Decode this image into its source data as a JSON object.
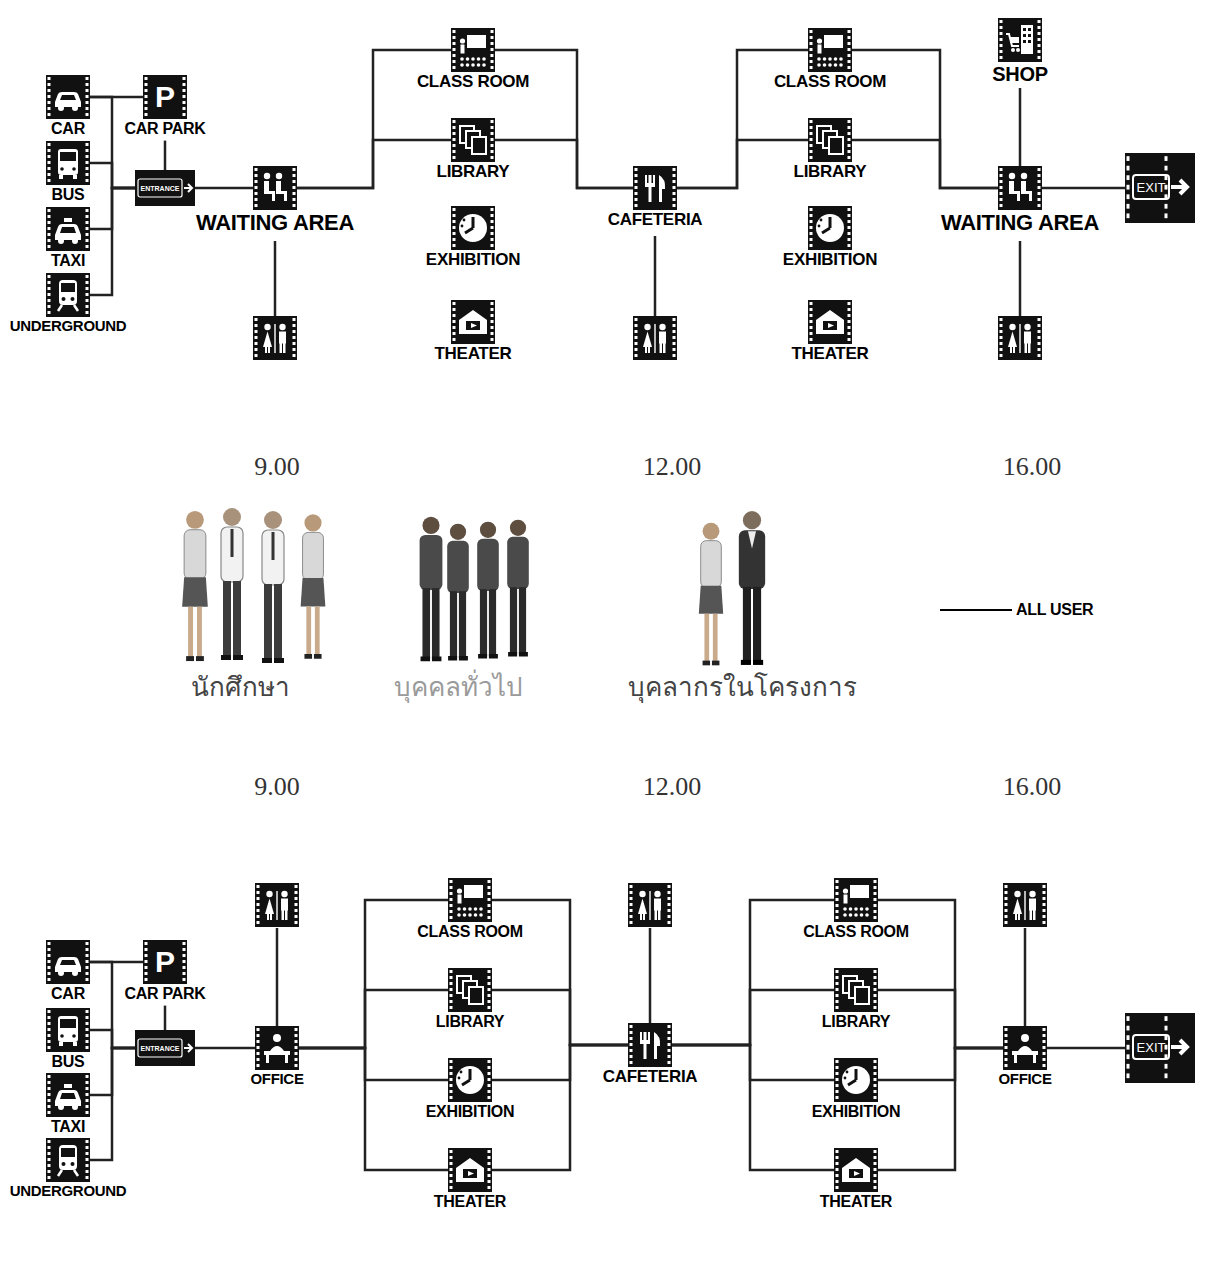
{
  "diagram": {
    "nodes": [
      {
        "text": [
          "CAR"
        ]
      },
      {
        "text": [
          "BUS"
        ]
      },
      {
        "text": [
          "TAXI"
        ]
      },
      {
        "text": [
          "UNDERGROUND"
        ]
      },
      {
        "text": [
          "P",
          "CAR PARK"
        ]
      },
      {
        "text": [
          "ENTRANCE"
        ]
      },
      {
        "text": [
          "WAITING AREA"
        ]
      },
      {
        "text": [
          "CLASS ROOM"
        ]
      },
      {
        "text": [
          "LIBRARY"
        ]
      },
      {
        "text": [
          "EXHIBITION"
        ]
      },
      {
        "text": [
          "THEATER"
        ]
      },
      {
        "text": [
          "CAFETERIA"
        ]
      },
      {
        "text": [
          "CLASS ROOM"
        ]
      },
      {
        "text": [
          "LIBRARY"
        ]
      },
      {
        "text": [
          "EXHIBITION"
        ]
      },
      {
        "text": [
          "THEATER"
        ]
      },
      {
        "text": [
          "SHOP"
        ]
      },
      {
        "text": [
          "WAITING AREA"
        ]
      },
      {
        "text": [
          "EXIT"
        ]
      },
      {
        "text": [
          "CAR"
        ]
      },
      {
        "text": [
          "BUS"
        ]
      },
      {
        "text": [
          "TAXI"
        ]
      },
      {
        "text": [
          "UNDERGROUND"
        ]
      },
      {
        "text": [
          "P",
          "CAR PARK"
        ]
      },
      {
        "text": [
          "ENTRANCE"
        ]
      },
      {
        "text": [
          "OFFICE"
        ]
      },
      {
        "text": [
          "CLASS ROOM"
        ]
      },
      {
        "text": [
          "LIBRARY"
        ]
      },
      {
        "text": [
          "EXHIBITION"
        ]
      },
      {
        "text": [
          "THEATER"
        ]
      },
      {
        "text": [
          "CAFETERIA"
        ]
      },
      {
        "text": [
          "CLASS ROOM"
        ]
      },
      {
        "text": [
          "LIBRARY"
        ]
      },
      {
        "text": [
          "EXHIBITION"
        ]
      },
      {
        "text": [
          "THEATER"
        ]
      },
      {
        "text": [
          "OFFICE"
        ]
      },
      {
        "text": [
          "EXIT"
        ]
      }
    ],
    "edges": [
      {
        "from": 0,
        "to": 4,
        "arrow": "none"
      },
      {
        "from": 0,
        "to": 5,
        "arrow": "none"
      },
      {
        "from": 1,
        "to": 5,
        "arrow": "none"
      },
      {
        "from": 2,
        "to": 5,
        "arrow": "none"
      },
      {
        "from": 3,
        "to": 5,
        "arrow": "none"
      },
      {
        "from": 4,
        "to": 5,
        "arrow": "none"
      },
      {
        "from": 5,
        "to": 6,
        "arrow": "none"
      },
      {
        "from": 6,
        "to": 7,
        "arrow": "none"
      },
      {
        "from": 6,
        "to": 8,
        "arrow": "none"
      },
      {
        "from": 7,
        "to": 11,
        "arrow": "none"
      },
      {
        "from": 8,
        "to": 11,
        "arrow": "none"
      },
      {
        "from": 11,
        "to": 12,
        "arrow": "none"
      },
      {
        "from": 11,
        "to": 13,
        "arrow": "none"
      },
      {
        "from": 12,
        "to": 17,
        "arrow": "none"
      },
      {
        "from": 13,
        "to": 17,
        "arrow": "none"
      },
      {
        "from": 16,
        "to": 17,
        "arrow": "none"
      },
      {
        "from": 17,
        "to": 18,
        "arrow": "none"
      },
      {
        "from": 19,
        "to": 23,
        "arrow": "none"
      },
      {
        "from": 19,
        "to": 24,
        "arrow": "none"
      },
      {
        "from": 20,
        "to": 24,
        "arrow": "none"
      },
      {
        "from": 21,
        "to": 24,
        "arrow": "none"
      },
      {
        "from": 22,
        "to": 24,
        "arrow": "none"
      },
      {
        "from": 23,
        "to": 24,
        "arrow": "none"
      },
      {
        "from": 24,
        "to": 25,
        "arrow": "none"
      },
      {
        "from": 25,
        "to": 26,
        "arrow": "none"
      },
      {
        "from": 25,
        "to": 27,
        "arrow": "none"
      },
      {
        "from": 25,
        "to": 28,
        "arrow": "none"
      },
      {
        "from": 25,
        "to": 29,
        "arrow": "none"
      },
      {
        "from": 26,
        "to": 30,
        "arrow": "none"
      },
      {
        "from": 27,
        "to": 30,
        "arrow": "none"
      },
      {
        "from": 28,
        "to": 30,
        "arrow": "none"
      },
      {
        "from": 29,
        "to": 30,
        "arrow": "none"
      },
      {
        "from": 30,
        "to": 31,
        "arrow": "none"
      },
      {
        "from": 30,
        "to": 32,
        "arrow": "none"
      },
      {
        "from": 30,
        "to": 33,
        "arrow": "none"
      },
      {
        "from": 30,
        "to": 34,
        "arrow": "none"
      },
      {
        "from": 31,
        "to": 35,
        "arrow": "none"
      },
      {
        "from": 32,
        "to": 35,
        "arrow": "none"
      },
      {
        "from": 33,
        "to": 35,
        "arrow": "none"
      },
      {
        "from": 34,
        "to": 35,
        "arrow": "none"
      },
      {
        "from": 35,
        "to": 36,
        "arrow": "none"
      }
    ],
    "labels": [
      "9.00",
      "12.00",
      "16.00",
      "นักศึกษา",
      "บุคคลทั่วไป",
      "บุคลากรในโครงการ",
      "9.00",
      "12.00",
      "16.00"
    ],
    "legend": [
      {
        "text": "ALL USER"
      }
    ]
  }
}
